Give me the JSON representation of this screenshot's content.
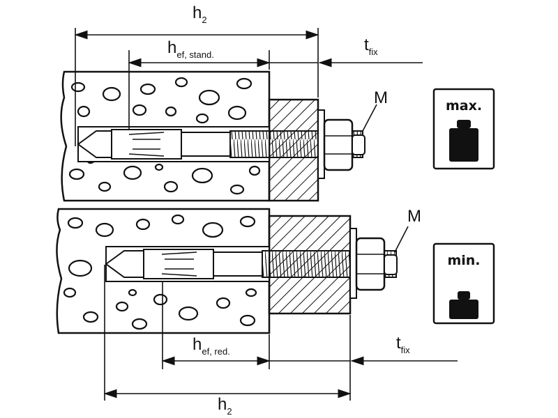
{
  "labels": {
    "h2_top": {
      "main": "h",
      "sub": "2"
    },
    "hef_stand": {
      "main": "h",
      "sub": "ef, stand."
    },
    "tfix_top": {
      "main": "t",
      "sub": "fix"
    },
    "m_top": "M",
    "m_bottom": "M",
    "hef_red": {
      "main": "h",
      "sub": "ef, red."
    },
    "tfix_bottom": {
      "main": "t",
      "sub": "fix"
    },
    "h2_bottom": {
      "main": "h",
      "sub": "2"
    }
  },
  "weight_boxes": {
    "max_label": "max.",
    "min_label": "min."
  },
  "colors": {
    "line": "#111111",
    "background": "#ffffff"
  }
}
